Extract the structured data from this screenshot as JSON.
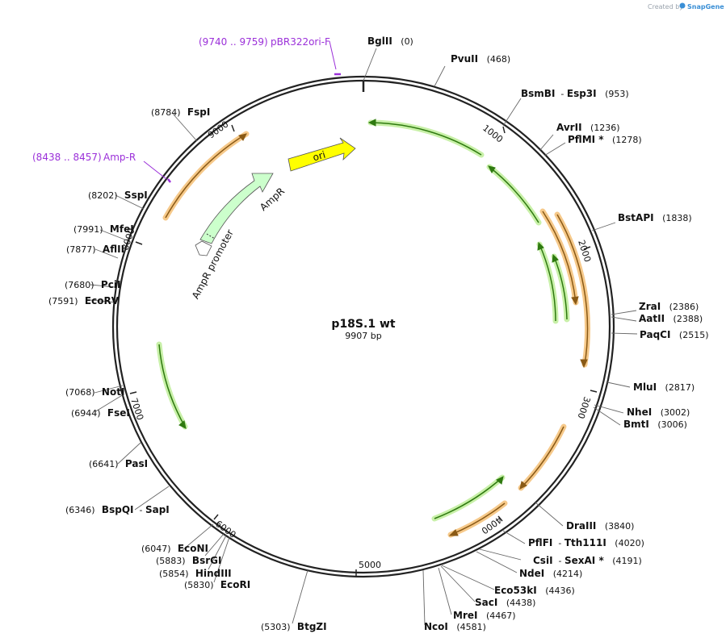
{
  "credit": {
    "prefix": "Created by",
    "brand": "SnapGene"
  },
  "plasmid": {
    "name": "p18S.1 wt",
    "size": "9907 bp"
  },
  "ticks": [
    {
      "label": "1000"
    },
    {
      "label": "2000"
    },
    {
      "label": "3000"
    },
    {
      "label": "4000"
    },
    {
      "label": "5000"
    },
    {
      "label": "6000"
    },
    {
      "label": "7000"
    },
    {
      "label": "8000"
    },
    {
      "label": "9000"
    }
  ],
  "sites": [
    {
      "name": "BglII",
      "pos": "(0)"
    },
    {
      "name": "PvuII",
      "pos": "(468)"
    },
    {
      "name": "BsmBI",
      "sep": "-",
      "name2": "Esp3I",
      "pos": "(953)"
    },
    {
      "name": "AvrII",
      "pos": "(1236)"
    },
    {
      "name": "PflMI *",
      "pos": "(1278)"
    },
    {
      "name": "BstAPI",
      "pos": "(1838)"
    },
    {
      "name": "ZraI",
      "pos": "(2386)"
    },
    {
      "name": "AatII",
      "pos": "(2388)"
    },
    {
      "name": "PaqCI",
      "pos": "(2515)"
    },
    {
      "name": "MluI",
      "pos": "(2817)"
    },
    {
      "name": "NheI",
      "pos": "(3002)"
    },
    {
      "name": "BmtI",
      "pos": "(3006)"
    },
    {
      "name": "DraIII",
      "pos": "(3840)"
    },
    {
      "name": "PflFI",
      "sep": "-",
      "name2": "Tth111I",
      "pos": "(4020)"
    },
    {
      "name": "CsiI",
      "sep": "-",
      "name2": "SexAI *",
      "pos": "(4191)"
    },
    {
      "name": "NdeI",
      "pos": "(4214)"
    },
    {
      "name": "Eco53kI",
      "pos": "(4436)"
    },
    {
      "name": "SacI",
      "pos": "(4438)"
    },
    {
      "name": "MreI",
      "pos": "(4467)"
    },
    {
      "name": "NcoI",
      "pos": "(4581)"
    },
    {
      "name": "BtgZI",
      "pos": "(5303)"
    },
    {
      "name": "EcoRI",
      "pos": "(5830)"
    },
    {
      "name": "HindIII",
      "pos": "(5854)"
    },
    {
      "name": "BsrGI",
      "pos": "(5883)"
    },
    {
      "name": "EcoNI",
      "pos": "(6047)"
    },
    {
      "name": "BspQI",
      "sep": "-",
      "name2": "SapI",
      "pos": "(6346)"
    },
    {
      "name": "PasI",
      "pos": "(6641)"
    },
    {
      "name": "FseI",
      "pos": "(6944)"
    },
    {
      "name": "NotI",
      "pos": "(7068)"
    },
    {
      "name": "EcoRV",
      "pos": "(7591)"
    },
    {
      "name": "PciI",
      "pos": "(7680)"
    },
    {
      "name": "AflII",
      "pos": "(7877)"
    },
    {
      "name": "MfeI",
      "pos": "(7991)"
    },
    {
      "name": "SspI",
      "pos": "(8202)"
    },
    {
      "name": "FspI",
      "pos": "(8784)"
    }
  ],
  "primers": [
    {
      "range": "(9740 .. 9759)",
      "name": "pBR322ori-F"
    },
    {
      "range": "(8438 .. 8457)",
      "name": "Amp-R"
    }
  ],
  "features": [
    {
      "name": "ori",
      "color": "#ffff00"
    },
    {
      "name": "AmpR",
      "color": "#ccffcc"
    },
    {
      "name": "AmpR promoter",
      "color": "#ffffff"
    }
  ],
  "colors": {
    "orange": "#e8a33a",
    "green": "#6fc040",
    "primer": "#9b30d9",
    "ring": "#222222"
  }
}
